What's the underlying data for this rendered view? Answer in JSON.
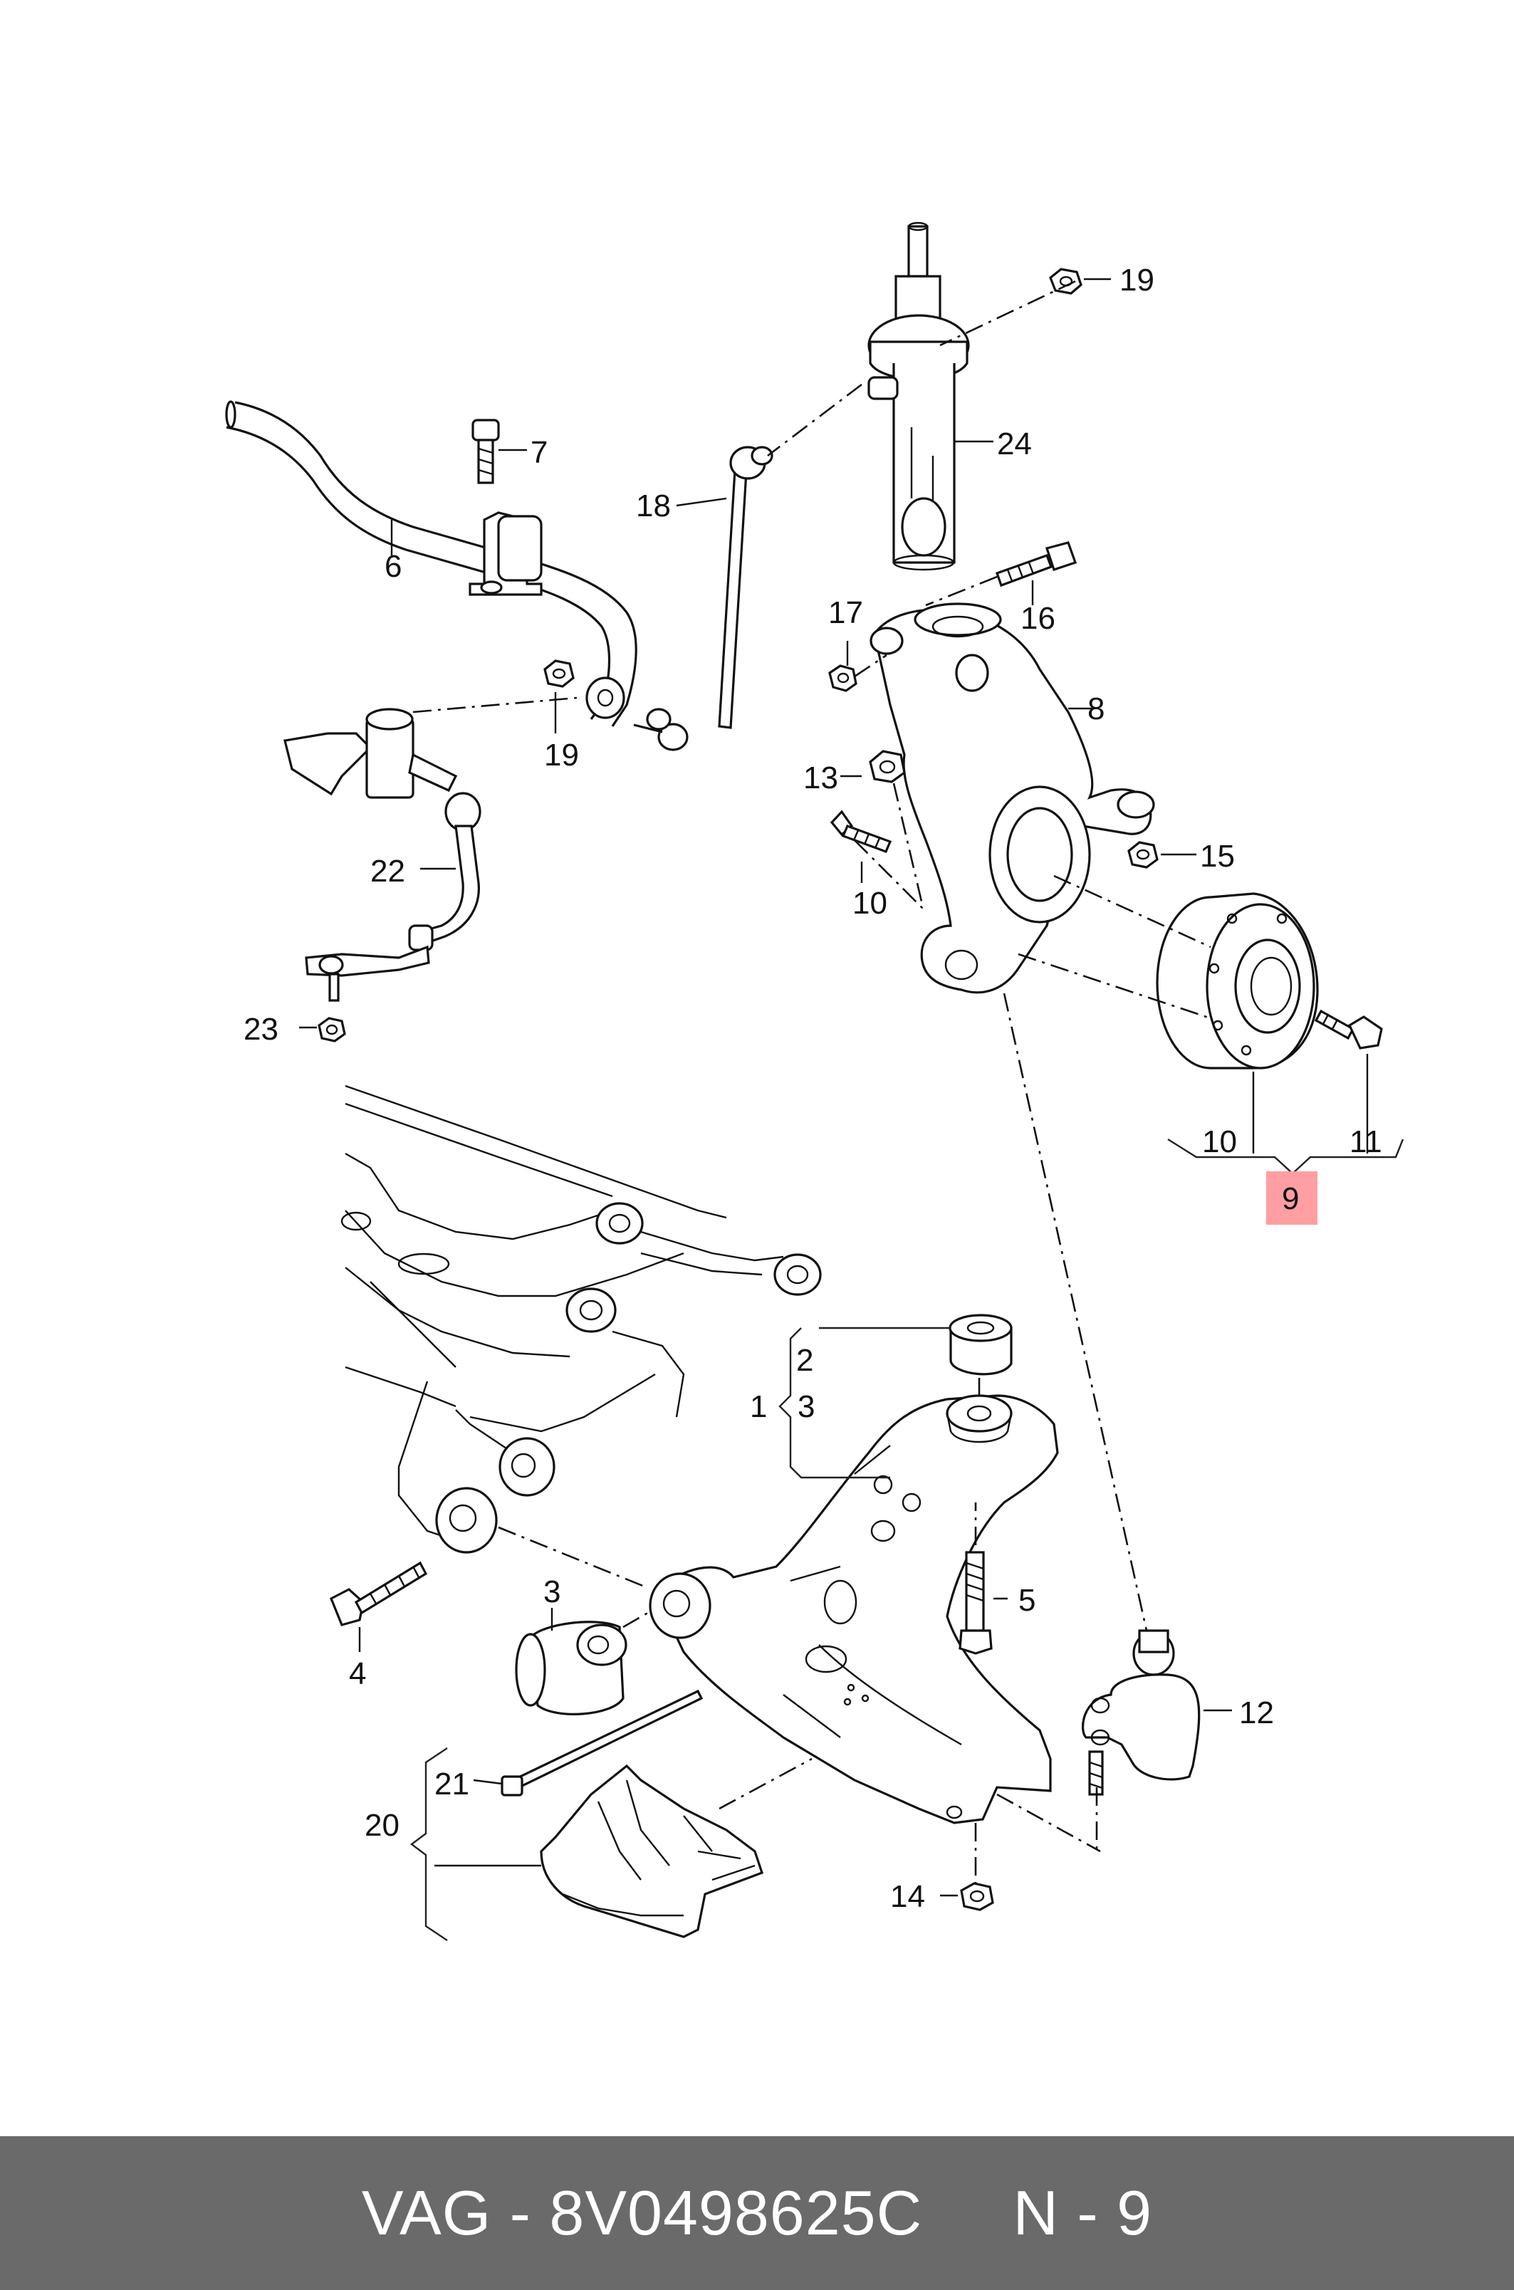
{
  "callouts": {
    "c1": "1",
    "c2": "2",
    "c3a": "3",
    "c3b": "3",
    "c4": "4",
    "c5": "5",
    "c6": "6",
    "c7": "7",
    "c8": "8",
    "c9": "9",
    "c10a": "10",
    "c10b": "10",
    "c11": "11",
    "c12": "12",
    "c13": "13",
    "c14": "14",
    "c15": "15",
    "c16": "16",
    "c17": "17",
    "c18": "18",
    "c19a": "19",
    "c19b": "19",
    "c20": "20",
    "c21": "21",
    "c22": "22",
    "c23": "23",
    "c24": "24"
  },
  "highlight_color": "#ff9ea3",
  "footer": {
    "text": "VAG - 8V0498625C     N - 9",
    "background": "#6a6a6a",
    "color": "#ffffff"
  }
}
